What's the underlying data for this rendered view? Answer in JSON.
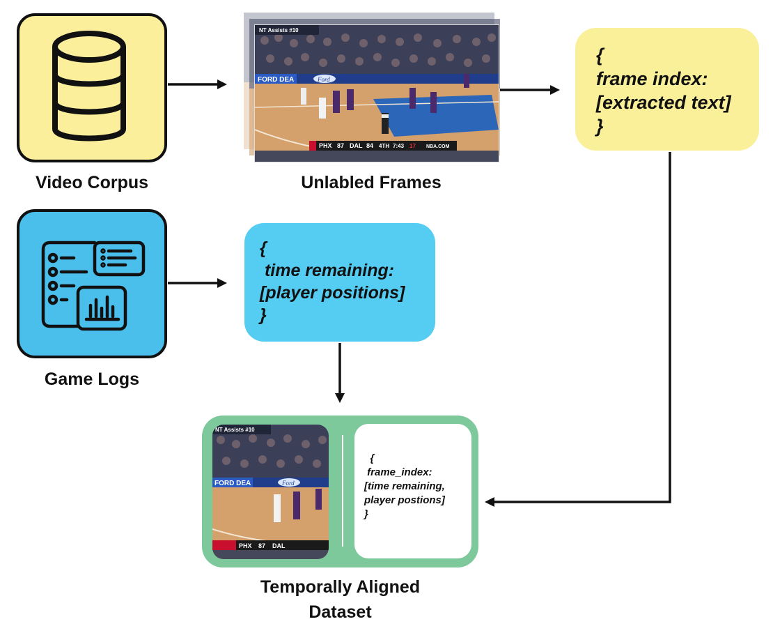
{
  "labels": {
    "video_corpus": "Video Corpus",
    "unlabled_frames": "Unlabled Frames",
    "game_logs": "Game Logs",
    "dataset_line1": "Temporally Aligned",
    "dataset_line2": "Dataset"
  },
  "yellow_note": {
    "open": "{",
    "key": "frame index:",
    "value": "[extracted text]",
    "close": "}"
  },
  "blue_note": {
    "open": "{",
    "key": " time remaining:",
    "value": "[player positions]",
    "close": "}"
  },
  "result_card": {
    "open": "  {",
    "key": " frame_index:",
    "value1": "[time remaining,",
    "value2": "player postions]",
    "close": "}"
  },
  "scoreboard": {
    "banner": "NT  Assists #10",
    "team1": "PHX",
    "score1": "87",
    "team2": "DAL",
    "score2": "84",
    "period": "4TH",
    "clock": "7:43",
    "shot": "17",
    "site": "NBA.COM",
    "board_left": "FORD DEA",
    "board_right": "Ford"
  },
  "colors": {
    "yellow": "#faf09a",
    "icon_yellow": "#fbef9b",
    "blue": "#55cdf2",
    "icon_blue": "#4bbfec",
    "green": "#7dc99b",
    "dark": "#111111"
  }
}
